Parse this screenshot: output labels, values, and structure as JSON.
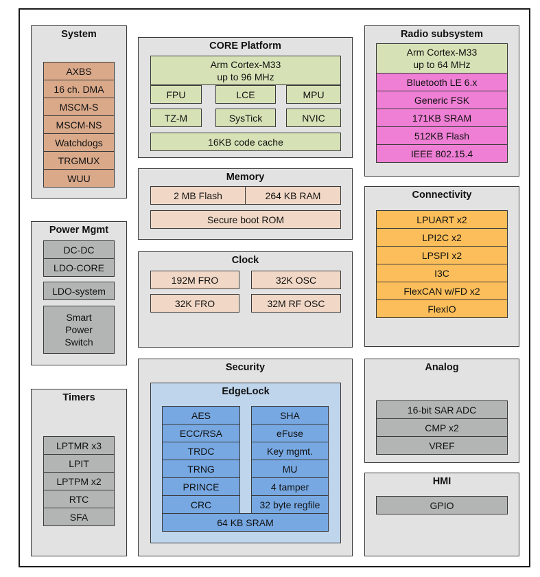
{
  "system": {
    "title": "System",
    "items": [
      "AXBS",
      "16 ch. DMA",
      "MSCM-S",
      "MSCM-NS",
      "Watchdogs",
      "TRGMUX",
      "WUU"
    ]
  },
  "power": {
    "title": "Power Mgmt",
    "dcdc": "DC-DC",
    "ldo_core": "LDO-CORE",
    "ldo_system": "LDO-system",
    "smart_switch": "Smart\nPower\nSwitch"
  },
  "timers": {
    "title": "Timers",
    "items": [
      "LPTMR x3",
      "LPIT",
      "LPTPM x2",
      "RTC",
      "SFA"
    ]
  },
  "core": {
    "title": "CORE Platform",
    "cpu": "Arm Cortex-M33\nup to 96 MHz",
    "fpu": "FPU",
    "lce": "LCE",
    "mpu": "MPU",
    "tzm": "TZ-M",
    "systick": "SysTick",
    "nvic": "NVIC",
    "cache": "16KB code cache"
  },
  "memory": {
    "title": "Memory",
    "flash": "2 MB Flash",
    "ram": "264 KB  RAM",
    "boot_rom": "Secure boot ROM"
  },
  "clock": {
    "title": "Clock",
    "fro192": "192M FRO",
    "osc32k": "32K OSC",
    "fro32k": "32K FRO",
    "rfosc": "32M RF OSC"
  },
  "security": {
    "title": "Security",
    "edgelock_title": "EdgeLock",
    "left": [
      "AES",
      "ECC/RSA",
      "TRDC",
      "TRNG",
      "PRINCE",
      "CRC"
    ],
    "right": [
      "SHA",
      "eFuse",
      "Key mgmt.",
      "MU",
      "4 tamper",
      "32 byte regfile"
    ],
    "sram": "64 KB SRAM"
  },
  "radio": {
    "title": "Radio subsystem",
    "cpu": "Arm Cortex-M33\nup to 64 MHz",
    "items": [
      "Bluetooth LE 6.x",
      "Generic FSK",
      "171KB SRAM",
      "512KB Flash",
      "IEEE 802.15.4"
    ]
  },
  "connectivity": {
    "title": "Connectivity",
    "items": [
      "LPUART x2",
      "LPI2C x2",
      "LPSPI x2",
      "I3C",
      "FlexCAN w/FD x2",
      "FlexIO"
    ]
  },
  "analog": {
    "title": "Analog",
    "items": [
      "16-bit SAR ADC",
      "CMP x2",
      "VREF"
    ]
  },
  "hmi": {
    "title": "HMI",
    "gpio": "GPIO"
  },
  "colors": {
    "panel": "#e2e2e2",
    "brown": "#d9a98a",
    "gray": "#b3b5b5",
    "green": "#d6e2b6",
    "pink": "#ee7fd4",
    "peach": "#f1d8c6",
    "orange": "#fbbe5a",
    "blue": "#77a8e2",
    "edgelock": "#bfd5ec"
  }
}
